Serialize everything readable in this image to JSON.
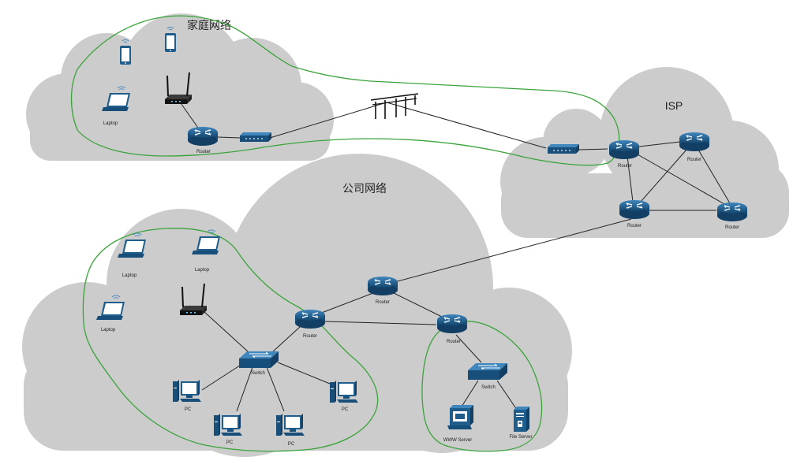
{
  "titles": {
    "home": "家庭网络",
    "isp": "ISP",
    "company": "公司网络"
  },
  "home": {
    "laptop_label": "Laptop",
    "router_label": "Router"
  },
  "isp": {
    "router_top_label": "Router",
    "router_right_label": "Router",
    "router_bottom_label": "Router",
    "router_far_label": "Router"
  },
  "company": {
    "laptop_1_label": "Laptop",
    "laptop_2_label": "Laptop",
    "laptop_3_label": "Laptop",
    "router_left_label": "Router",
    "router_center_label": "Router",
    "router_right_label": "Router",
    "switch_left_label": "Switch",
    "switch_right_label": "Switch",
    "pc_1_label": "PC",
    "pc_2_label": "PC",
    "pc_3_label": "PC",
    "pc_4_label": "PC",
    "www_server_label": "WWW Server",
    "file_server_label": "File Server"
  },
  "colors": {
    "cloud": "#cccccc",
    "device": "#1e5d8c",
    "zone_outline": "#3aa33a",
    "link": "#222222"
  }
}
